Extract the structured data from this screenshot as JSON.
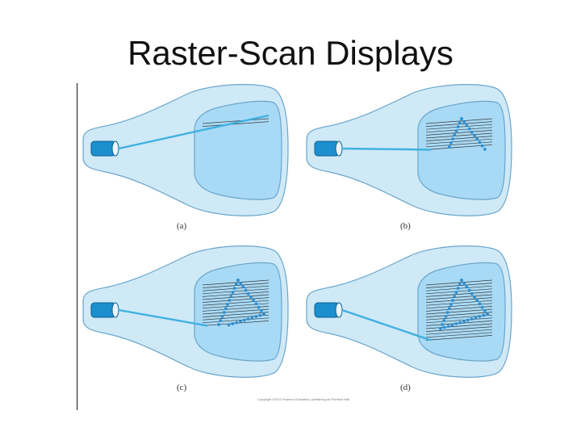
{
  "slide": {
    "title": "Raster-Scan Displays"
  },
  "figure": {
    "panels": [
      {
        "id": "a",
        "label": "(a)",
        "scanned_lines": 2,
        "shape": "single-line"
      },
      {
        "id": "b",
        "label": "(b)",
        "scanned_lines": 10,
        "shape": "triangle-top"
      },
      {
        "id": "c",
        "label": "(c)",
        "scanned_lines": 15,
        "shape": "triangle-partial"
      },
      {
        "id": "d",
        "label": "(d)",
        "scanned_lines": 20,
        "shape": "triangle-complete"
      }
    ],
    "copyright": "Copyright ©2011 Pearson Education, publishing as Prentice Hall"
  },
  "colors": {
    "tube_fill": "#cfe9f7",
    "tube_stroke": "#6aa6cc",
    "screen_fill": "#a9daf5",
    "beam": "#3fb0e0",
    "gun": "#1c8fcf",
    "scan_line": "#3a3a3a",
    "pixel": "#2d8fd3"
  }
}
